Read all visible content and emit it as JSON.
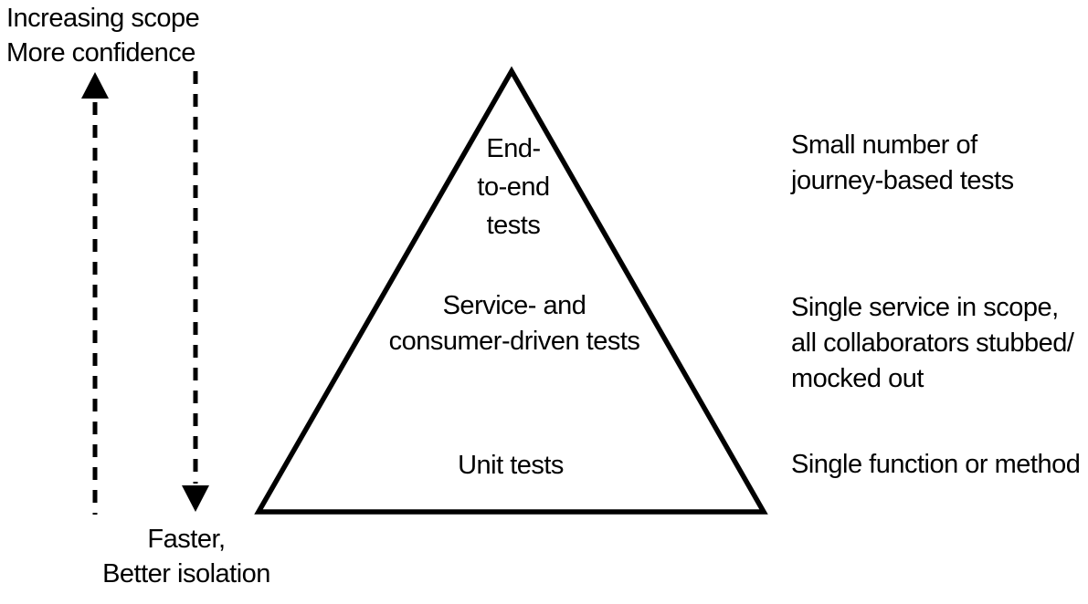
{
  "colors": {
    "ink": "#000000",
    "background": "#ffffff"
  },
  "left_gauge": {
    "top_label": "Increasing scope\nMore confidence",
    "bottom_label": "Faster,\nBetter isolation"
  },
  "pyramid": {
    "levels": [
      {
        "name": "end-to-end-tests",
        "label": "End-\nto-end\ntests",
        "annotation": "Small number of\njourney-based tests"
      },
      {
        "name": "service-and-consumer-driven-tests",
        "label": "Service- and\nconsumer-driven tests",
        "annotation": "Single service in scope,\nall collaborators stubbed/\nmocked out"
      },
      {
        "name": "unit-tests",
        "label": "Unit tests",
        "annotation": "Single function or method"
      }
    ]
  }
}
